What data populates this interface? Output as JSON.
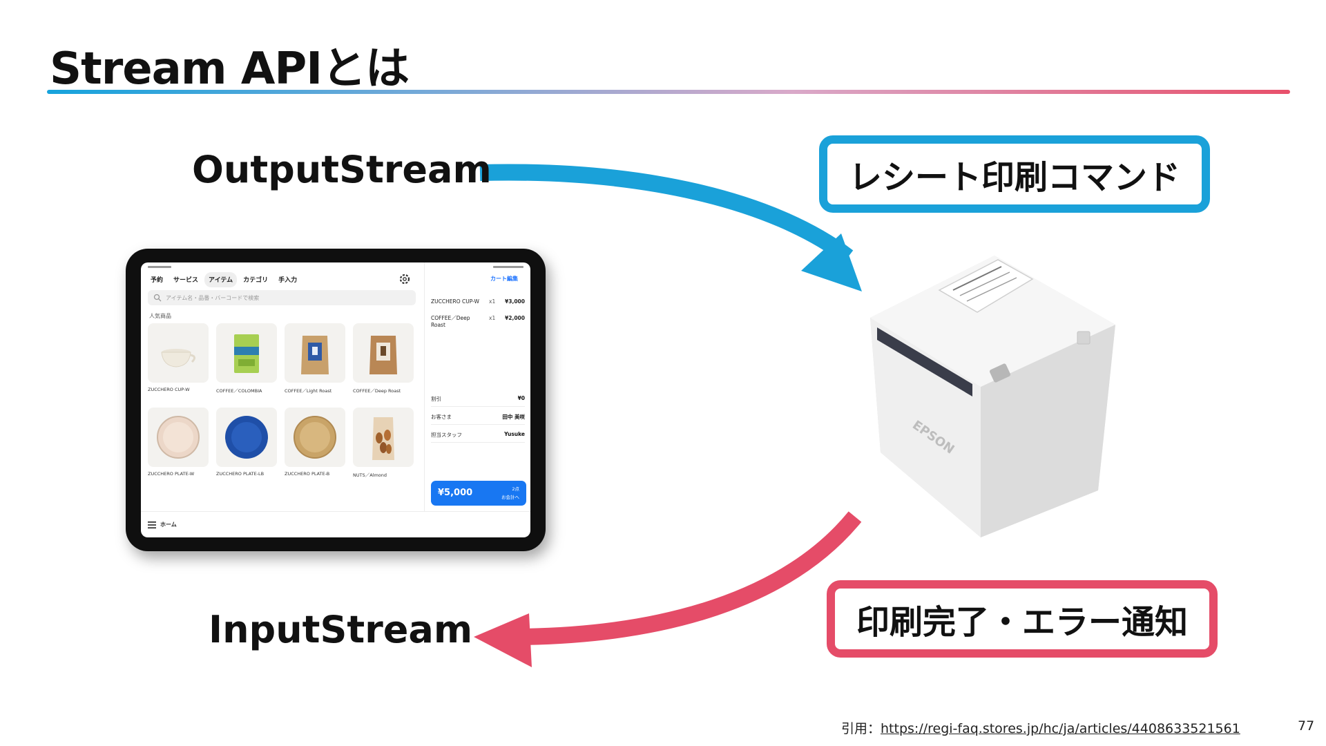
{
  "slide": {
    "title": "Stream APIとは",
    "page_number": "77"
  },
  "flow": {
    "output_label": "OutputStream",
    "input_label": "InputStream",
    "command_box": "レシート印刷コマンド",
    "notify_box": "印刷完了・エラー通知"
  },
  "colors": {
    "output_blue": "#1aa1d9",
    "input_red": "#e54c68",
    "pos_accent": "#1877f2"
  },
  "pos_app": {
    "tabs": [
      {
        "label": "予約"
      },
      {
        "label": "サービス"
      },
      {
        "label": "アイテム",
        "active": true
      },
      {
        "label": "カテゴリ"
      },
      {
        "label": "手入力"
      }
    ],
    "search_placeholder": "アイテム名・品番・バーコードで検索",
    "section_label": "人気商品",
    "products": [
      {
        "name": "ZUCCHERO CUP-W",
        "icon": "cup-icon"
      },
      {
        "name": "COFFEE／COLOMBIA",
        "icon": "coffee-bag-green-icon"
      },
      {
        "name": "COFFEE／Light Roast",
        "icon": "coffee-bag-blue-icon"
      },
      {
        "name": "COFFEE／Deep Roast",
        "icon": "coffee-bag-brown-icon"
      },
      {
        "name": "ZUCCHERO PLATE-W",
        "icon": "plate-white-icon"
      },
      {
        "name": "ZUCCHERO PLATE-LB",
        "icon": "plate-blue-icon"
      },
      {
        "name": "ZUCCHERO PLATE-B",
        "icon": "plate-beige-icon"
      },
      {
        "name": "NUTS／Almond",
        "icon": "nuts-bag-icon"
      }
    ],
    "cart": {
      "edit_label": "カート編集",
      "lines": [
        {
          "name": "ZUCCHERO CUP-W",
          "qty": "x1",
          "price": "¥3,000"
        },
        {
          "name": "COFFEE／Deep Roast",
          "qty": "x1",
          "price": "¥2,000"
        }
      ],
      "discount_label": "割引",
      "discount_value": "¥0",
      "customer_label": "お客さま",
      "customer_value": "田中 美咲",
      "staff_label": "担当スタッフ",
      "staff_value": "Yusuke",
      "total": "¥5,000",
      "item_count": "2点",
      "checkout_label": "お会計へ"
    },
    "home_label": "ホーム"
  },
  "printer": {
    "brand": "EPSON"
  },
  "citation": {
    "prefix": "引用：",
    "url": "https://regi-faq.stores.jp/hc/ja/articles/4408633521561"
  }
}
